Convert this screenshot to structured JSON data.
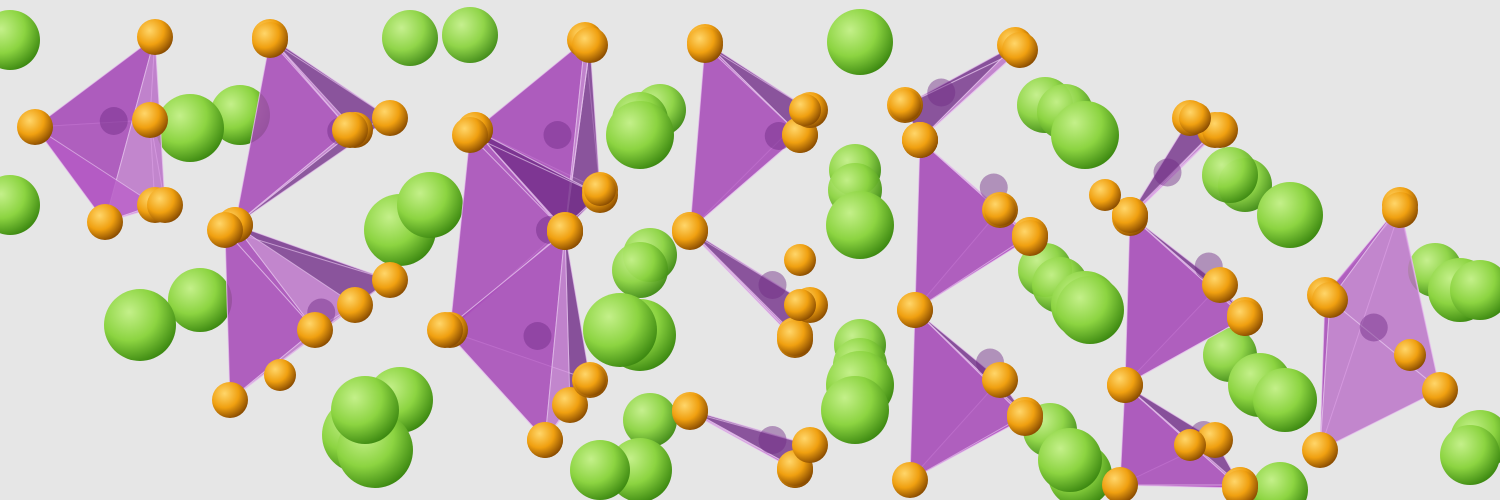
{
  "scene": {
    "subject": "crystal-structure-render",
    "background_color": "#e6e6e6",
    "element_colors": {
      "green_atom_light": "#c4f08a",
      "green_atom_mid": "#8cd441",
      "green_atom_dark": "#3e8a12",
      "orange_atom_light": "#ffd66a",
      "orange_atom_mid": "#f0a010",
      "orange_atom_dark": "#8a4c00",
      "polyhedron_fill": "#b04fc0",
      "polyhedron_dark": "#6f2a86",
      "polyhedron_light": "#d084dc",
      "polyhedron_edge": "#e8c8ef"
    },
    "icons": {
      "green_atom": "sphere",
      "orange_atom": "sphere",
      "polyhedron": "octahedron"
    }
  }
}
